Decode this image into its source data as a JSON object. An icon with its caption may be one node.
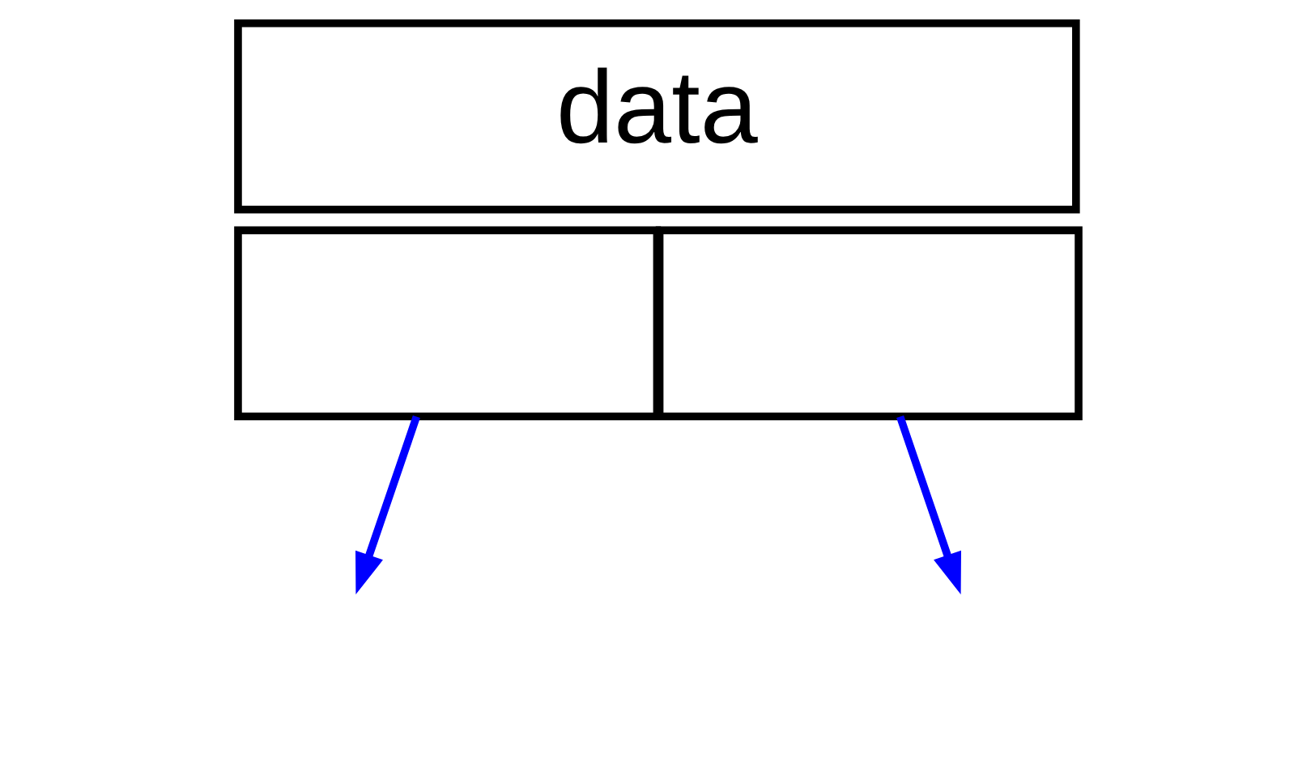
{
  "diagram": {
    "nodes": [
      {
        "text": [
          "data"
        ]
      },
      {
        "text": [],
        "shape": "box"
      },
      {
        "text": [],
        "shape": "box"
      }
    ],
    "edges": [
      {
        "from": 1,
        "to": null,
        "arrow": "to",
        "color": "#0000ff"
      },
      {
        "from": 2,
        "to": null,
        "arrow": "to",
        "color": "#0000ff"
      }
    ]
  }
}
